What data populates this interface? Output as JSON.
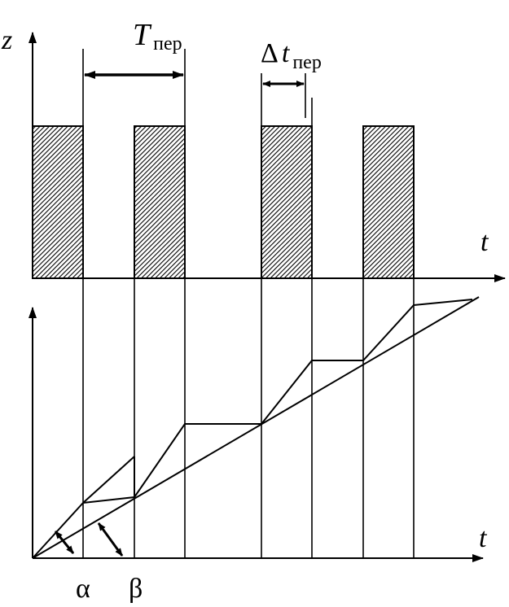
{
  "labels": {
    "z_axis": "z",
    "t_top": "t",
    "t_bottom": "t",
    "T_main": "T",
    "T_sub": "пер",
    "dt_delta": "Δ",
    "dt_t": "t",
    "dt_sub": "пер",
    "alpha": "α",
    "beta": "β"
  },
  "colors": {
    "stroke": "#000000",
    "hatch": "#000000",
    "background": "#ffffff"
  }
}
